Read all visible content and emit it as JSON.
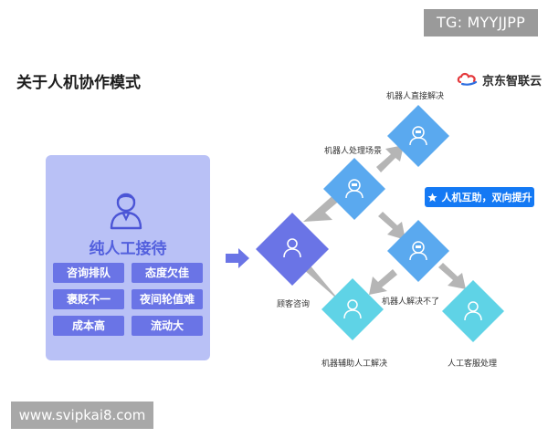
{
  "badge": {
    "text": "TG: MYYJJPP"
  },
  "title": "关于人机协作模式",
  "brand": {
    "name": "京东智联云"
  },
  "panel": {
    "title": "纯人工接待",
    "tags": [
      "咨询排队",
      "态度欠佳",
      "褒贬不一",
      "夜间轮值难",
      "成本高",
      "流动大"
    ]
  },
  "flow": {
    "customer_label": "顾客咨询",
    "robot_handle_label": "机器人处理场景",
    "robot_direct_label": "机器人直接解决",
    "robot_unsolved_label": "机器人解决不了",
    "robot_assist_label": "机器辅助人工解决",
    "human_service_label": "人工客服处理"
  },
  "chip": {
    "text": "人机互助，双向提升",
    "icon": "star-icon"
  },
  "watermark": {
    "text": "www.svipkai8.com"
  },
  "colors": {
    "panel_bg": "#b9c1f6",
    "tag_bg": "#6a74e6",
    "customer_node": "#6a74e6",
    "robot_node": "#5aa9ef",
    "human_node": "#5fd3e6",
    "chip_bg": "#1479f4"
  }
}
